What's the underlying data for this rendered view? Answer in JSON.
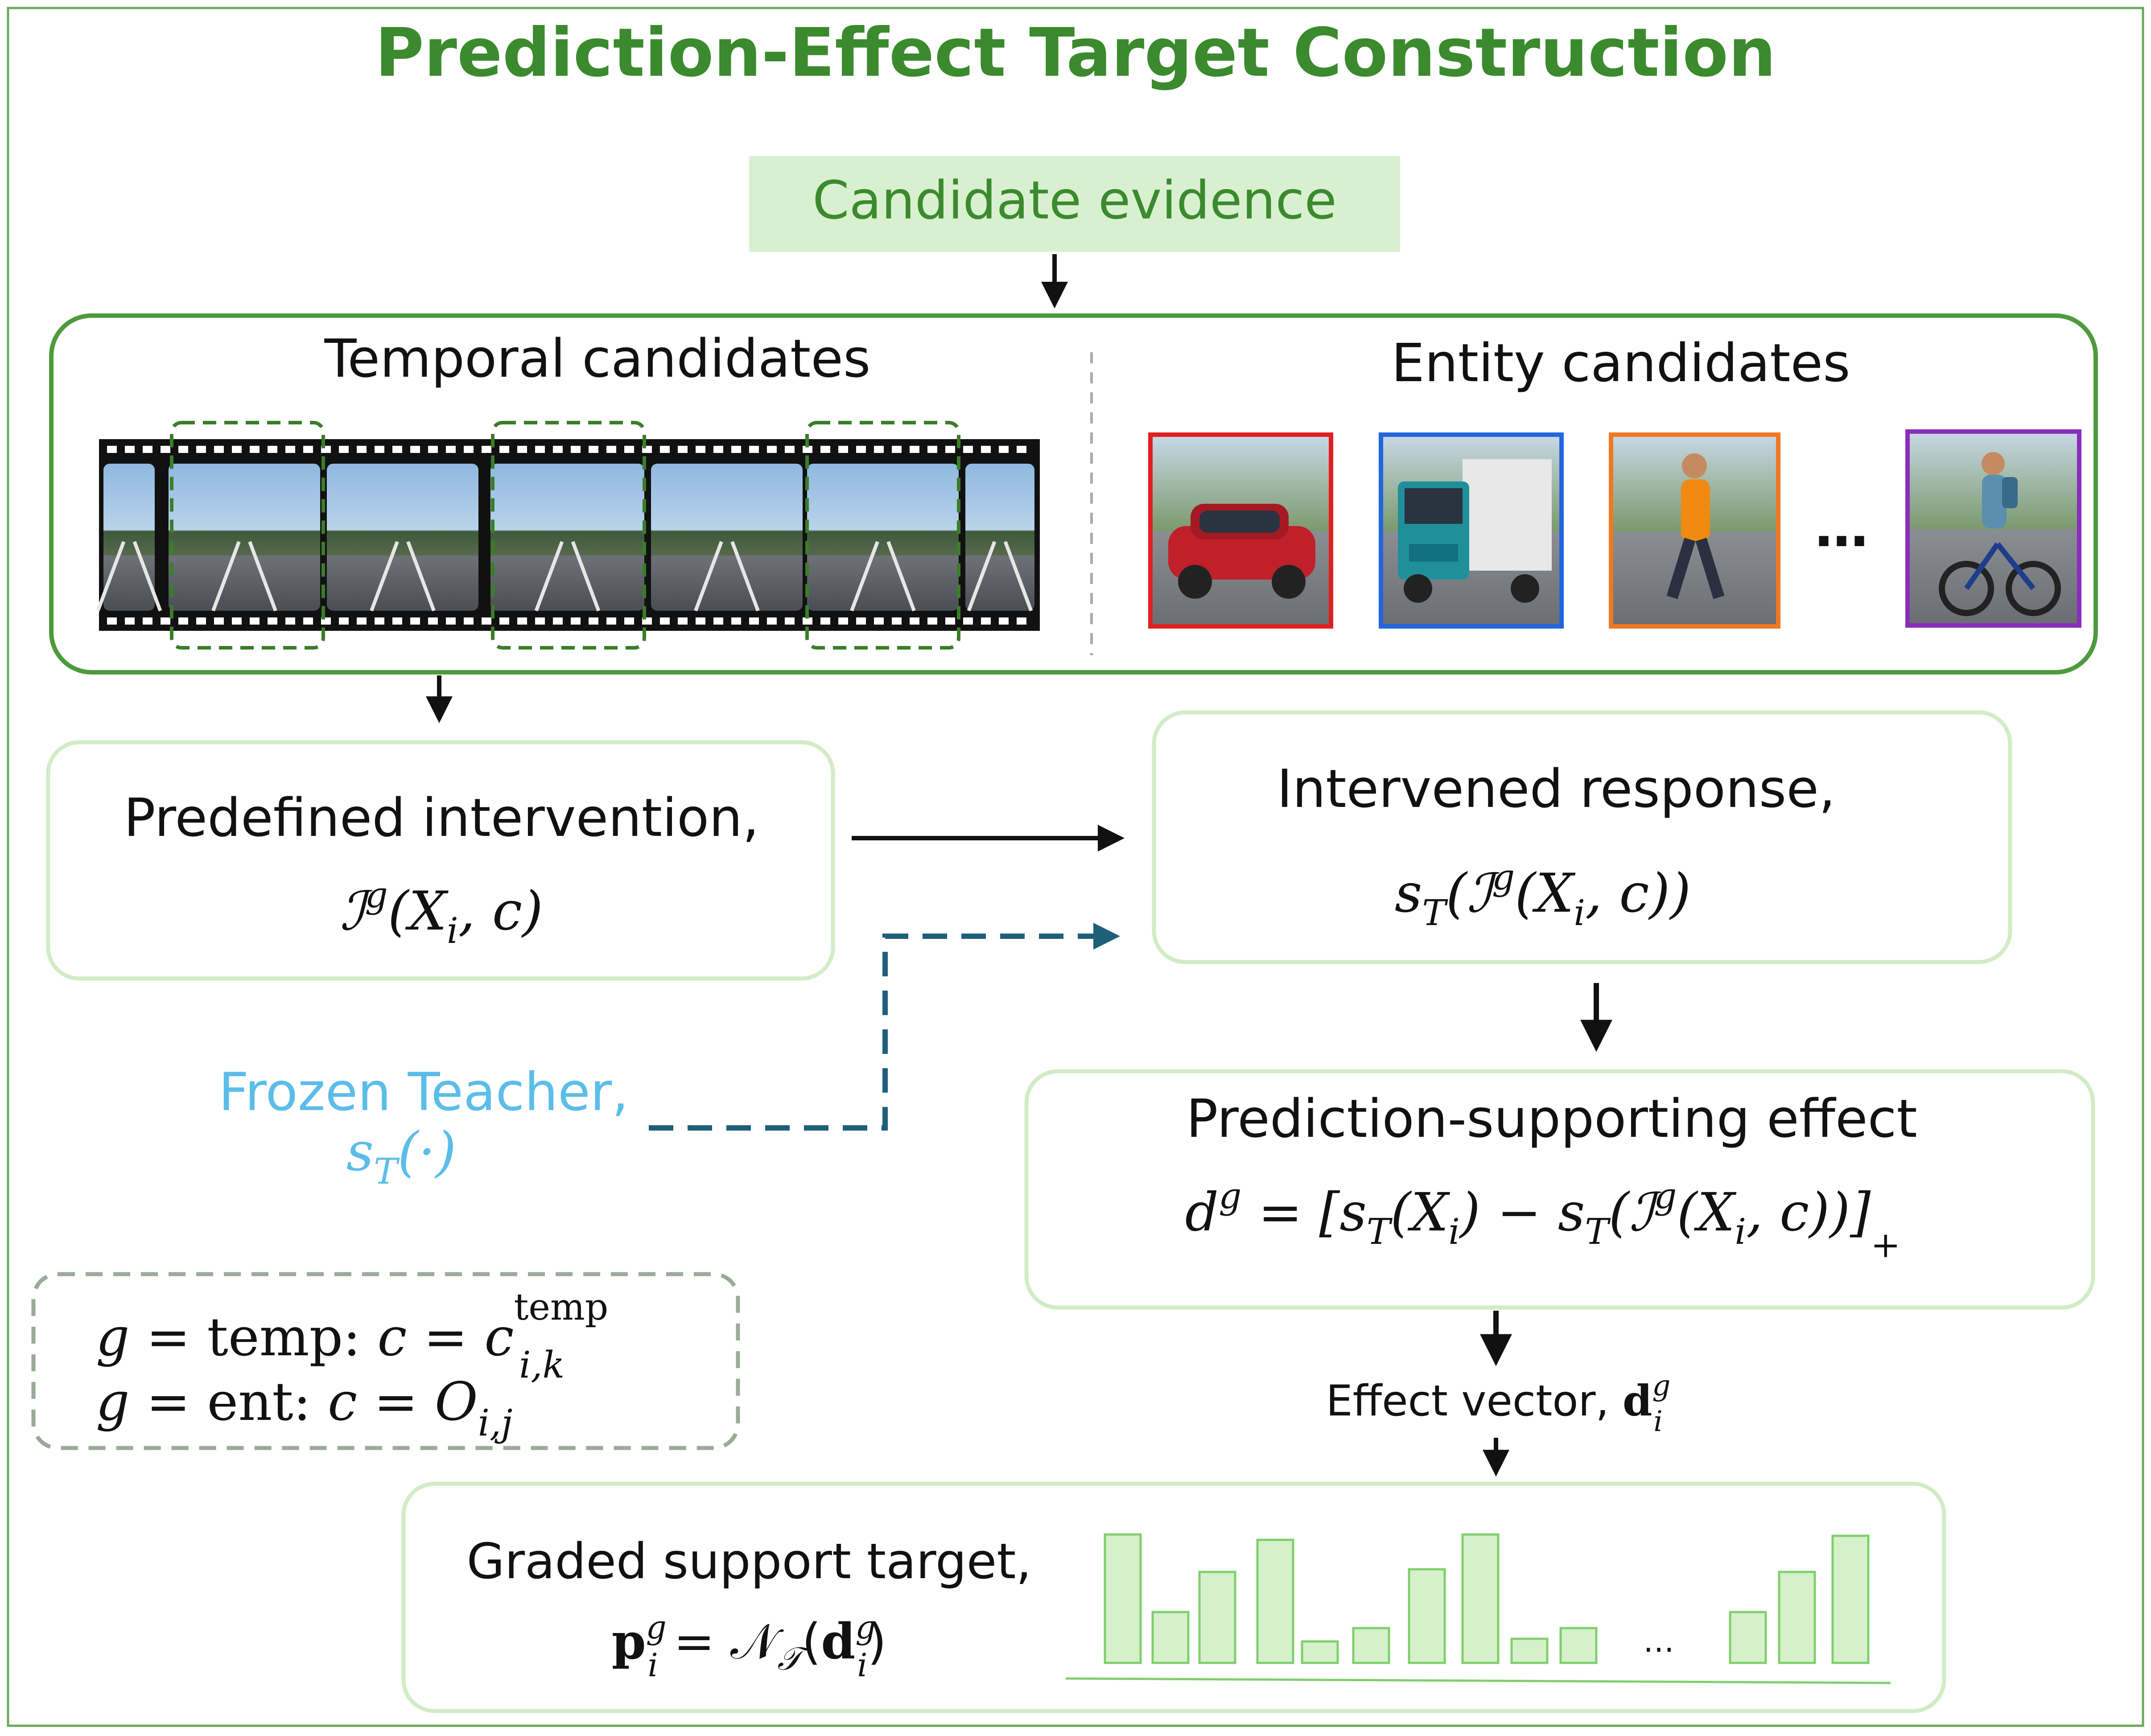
{
  "title": "Prediction-Effect Target Construction",
  "evidence_box": {
    "label": "Candidate evidence"
  },
  "candidates": {
    "temporal_label": "Temporal candidates",
    "entity_label": "Entity candidates",
    "entity_ellipsis": "…"
  },
  "intervention": {
    "label": "Predefined intervention,",
    "formula_I": "ℐ",
    "formula_g": "g",
    "formula_args": "(X",
    "formula_i": "i",
    "formula_close": ", c)"
  },
  "response": {
    "label": "Intervened response,",
    "formula_s": "s",
    "formula_T": "T",
    "formula_body": "(ℐ",
    "formula_g": "g",
    "formula_args": "(X",
    "formula_i": "i",
    "formula_close": ", c))"
  },
  "teacher": {
    "label": "Frozen Teacher,",
    "formula_s": "s",
    "formula_T": "T",
    "formula_body": "(·)"
  },
  "effect": {
    "label": "Prediction-supporting effect",
    "formula_d": "d",
    "formula_g": "g",
    "formula_eq": " = [s",
    "formula_T1": "T",
    "formula_x1": "(X",
    "formula_i1": "i",
    "formula_mid": ") − s",
    "formula_T2": "T",
    "formula_body": "(ℐ",
    "formula_g2": "g",
    "formula_x2": "(X",
    "formula_i2": "i",
    "formula_close": ", c))]",
    "formula_plus": "+"
  },
  "effect_vector": {
    "label": "Effect vector, ",
    "sym": "d",
    "sup": "g",
    "sub": "i"
  },
  "cases": {
    "line1_g": "g",
    "line1_eq": " = temp:  ",
    "line1_c": "c",
    "line1_eq2": " = c",
    "line1_sup": "temp",
    "line1_sub": "i,k",
    "line2_g": "g",
    "line2_eq": " = ent:  ",
    "line2_c": "c",
    "line2_eq2": " = O",
    "line2_sub": "i,j"
  },
  "target": {
    "label": "Graded support  target,",
    "sym": "p",
    "sup": "g",
    "sub": "i",
    "eq": " = 𝒩",
    "N_sub": "𝒯",
    "open": "(",
    "d": "d",
    "d_sup": "g",
    "d_sub": "i",
    "close": ")",
    "bars_ellipsis": "…"
  },
  "bar_chart": {
    "type": "bar",
    "values": [
      0.96,
      0.38,
      0.68,
      0.92,
      0.16,
      0.26,
      0.7,
      0.96,
      0.18,
      0.26,
      0.38,
      0.68,
      0.95
    ]
  },
  "colors": {
    "title": "#3b8a2e",
    "evidence_fill": "#d9f0d0",
    "evidence_text": "#3b8a2e",
    "green_border": "#4e9a3c",
    "light_border": "#d2ecc6",
    "teacher_text": "#5bbde8",
    "dashed_arrow": "#1e5f7a",
    "bar_fill": "#d6f0cc",
    "bar_stroke": "#7fcf6b",
    "entity_borders": [
      "#e02020",
      "#2266dd",
      "#f07820",
      "#8a2db8"
    ]
  }
}
